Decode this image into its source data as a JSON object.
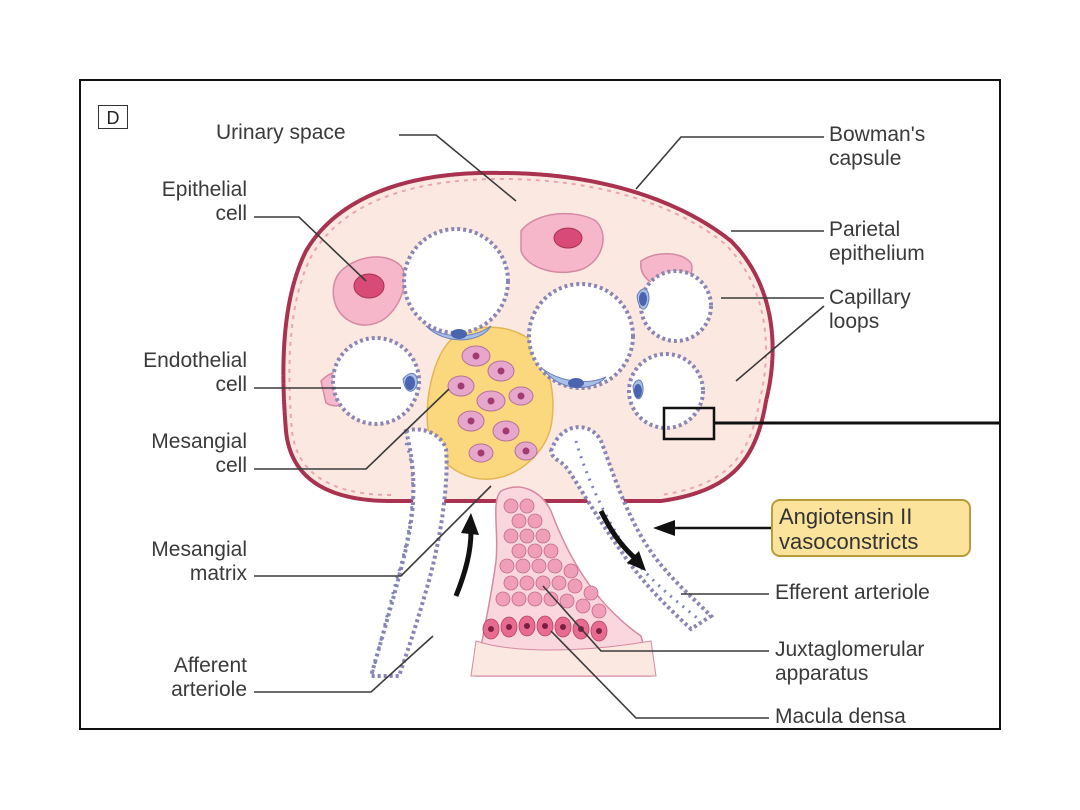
{
  "panel_letter": "D",
  "labels": {
    "urinary_space": "Urinary space",
    "bowmans_capsule": "Bowman's\ncapsule",
    "epithelial_cell": "Epithelial\ncell",
    "parietal_epithelium": "Parietal\nepithelium",
    "capillary_loops": "Capillary\nloops",
    "endothelial_cell": "Endothelial\ncell",
    "mesangial_cell": "Mesangial\ncell",
    "mesangial_matrix": "Mesangial\nmatrix",
    "efferent_arteriole": "Efferent arteriole",
    "juxtaglomerular_apparatus": "Juxtaglomerular\napparatus",
    "afferent_arteriole": "Afferent\narteriole",
    "macula_densa": "Macula densa"
  },
  "callout": "Angiotensin II\nvasoconstricts",
  "colors": {
    "capsule_outline": "#a8324f",
    "capsule_fill": "#fbe8e0",
    "capillary_fill": "#ffffff",
    "capillary_wall": "#8a86b4",
    "endothelial_nucleus": "#4a64b0",
    "podocyte": "#f5b7c9",
    "podocyte_nucleus": "#d84a78",
    "mesangium": "#fbd77e",
    "mesangial_cell": "#e7a6cc",
    "juxtaglomerular_cells": "#ef9fba",
    "callout_fill": "#fbe39b",
    "leader_lines": "#3a3a3a"
  }
}
